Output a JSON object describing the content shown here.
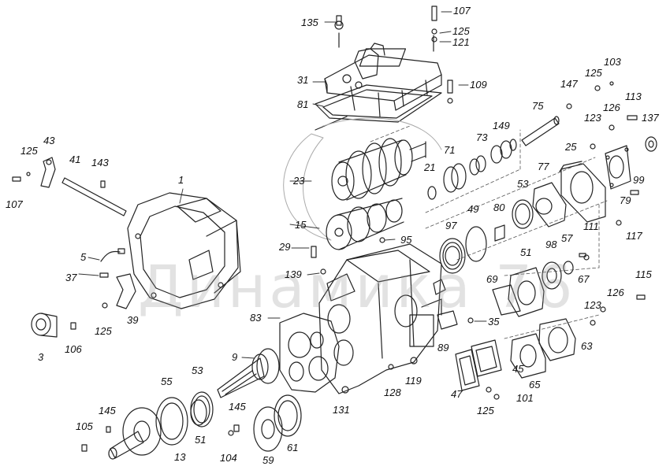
{
  "watermark": "Динамика 76",
  "colors": {
    "line": "#222222",
    "watermark": "#9a9a9a",
    "background": "#ffffff"
  },
  "callouts": [
    "1",
    "3",
    "5",
    "9",
    "13",
    "15",
    "21",
    "23",
    "25",
    "29",
    "31",
    "35",
    "37",
    "39",
    "41",
    "43",
    "45",
    "47",
    "49",
    "51",
    "51b",
    "53",
    "53b",
    "55",
    "57",
    "59",
    "61",
    "63",
    "65",
    "67",
    "69",
    "71",
    "73",
    "75",
    "77",
    "79",
    "80",
    "81",
    "83",
    "89",
    "95",
    "97",
    "98",
    "99",
    "101",
    "103",
    "104",
    "105",
    "106",
    "107a",
    "107b",
    "109",
    "111",
    "113",
    "115",
    "117",
    "119",
    "121",
    "123a",
    "123b",
    "125a",
    "125b",
    "125c",
    "125d",
    "125e",
    "126a",
    "126b",
    "128",
    "131",
    "135",
    "137",
    "139",
    "143",
    "145a",
    "145b",
    "147",
    "149"
  ],
  "labels": {
    "1": "1",
    "3": "3",
    "5": "5",
    "9": "9",
    "13": "13",
    "15": "15",
    "21": "21",
    "23": "23",
    "25": "25",
    "29": "29",
    "31": "31",
    "35": "35",
    "37": "37",
    "39": "39",
    "41": "41",
    "43": "43",
    "45": "45",
    "47": "47",
    "49": "49",
    "51": "51",
    "51b": "51",
    "53": "53",
    "53b": "53",
    "55": "55",
    "57": "57",
    "59": "59",
    "61": "61",
    "63": "63",
    "65": "65",
    "67": "67",
    "69": "69",
    "71": "71",
    "73": "73",
    "75": "75",
    "77": "77",
    "79": "79",
    "80": "80",
    "81": "81",
    "83": "83",
    "89": "89",
    "95": "95",
    "97": "97",
    "98": "98",
    "99": "99",
    "101": "101",
    "103": "103",
    "104": "104",
    "105": "105",
    "106": "106",
    "107a": "107",
    "107b": "107",
    "109": "109",
    "111": "111",
    "113": "113",
    "115": "115",
    "117": "117",
    "119": "119",
    "121": "121",
    "123a": "123",
    "123b": "123",
    "125a": "125",
    "125b": "125",
    "125c": "125",
    "125d": "125",
    "125e": "125",
    "126a": "126",
    "126b": "126",
    "128": "128",
    "131": "131",
    "135": "135",
    "137": "137",
    "139": "139",
    "143": "143",
    "145a": "145",
    "145b": "145",
    "147": "147",
    "149": "149"
  }
}
